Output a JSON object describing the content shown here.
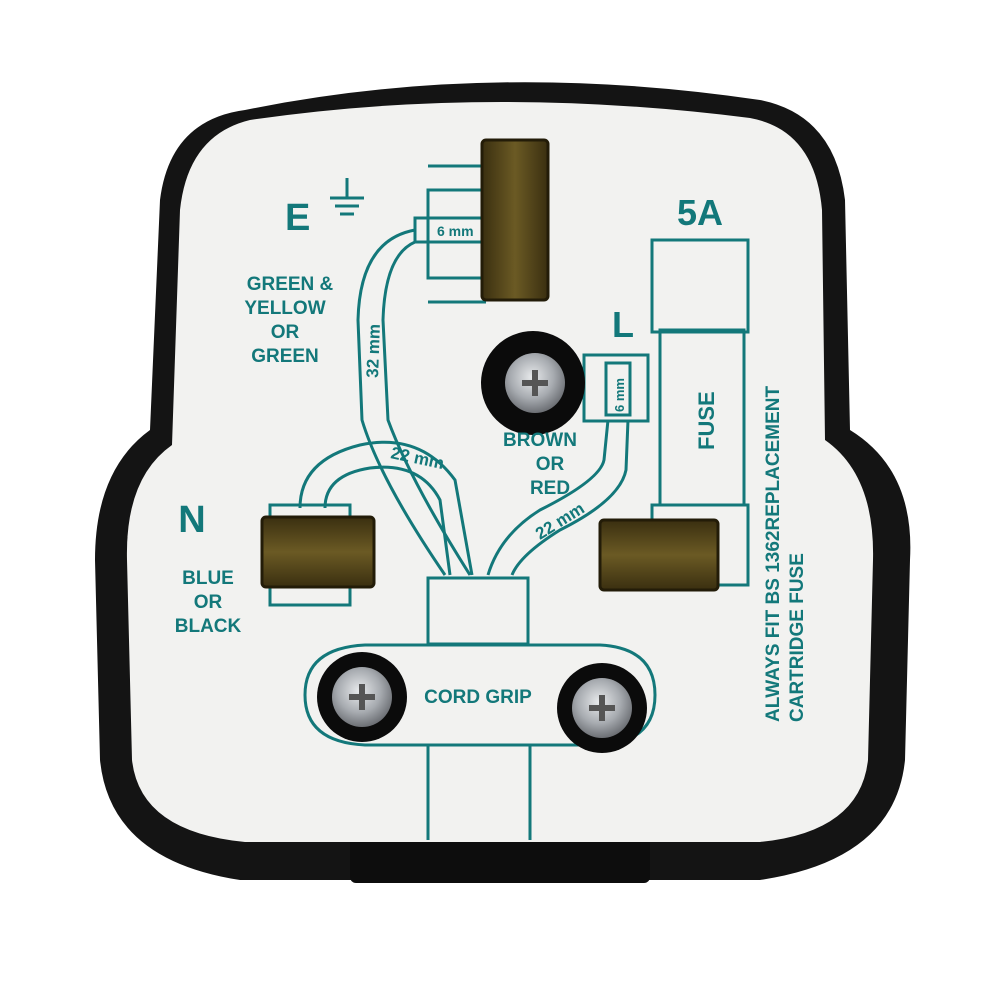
{
  "colors": {
    "print": "#13787a",
    "face": "#f2f2f0",
    "body": "#141414",
    "pin_brass": "#5a4a1c",
    "screw": "#b8bcc0"
  },
  "labels": {
    "earth_letter": "E",
    "earth_wire": [
      "GREEN &",
      "YELLOW",
      "OR",
      "GREEN"
    ],
    "earth_strip": "6 mm",
    "earth_length": "32 mm",
    "live_letter": "L",
    "live_wire": [
      "BROWN",
      "OR",
      "RED"
    ],
    "live_strip": "6 mm",
    "live_length": "22 mm",
    "neutral_letter": "N",
    "neutral_wire": [
      "BLUE",
      "OR",
      "BLACK"
    ],
    "neutral_length": "22 mm",
    "fuse_rating": "5A",
    "fuse_label": "FUSE",
    "cord_grip": "CORD GRIP",
    "fuse_note": [
      "ALWAYS FIT BS 1362REPLACEMENT",
      "CARTRIDGE FUSE"
    ]
  },
  "icons": [
    "earth-symbol-icon",
    "screw-icon"
  ]
}
